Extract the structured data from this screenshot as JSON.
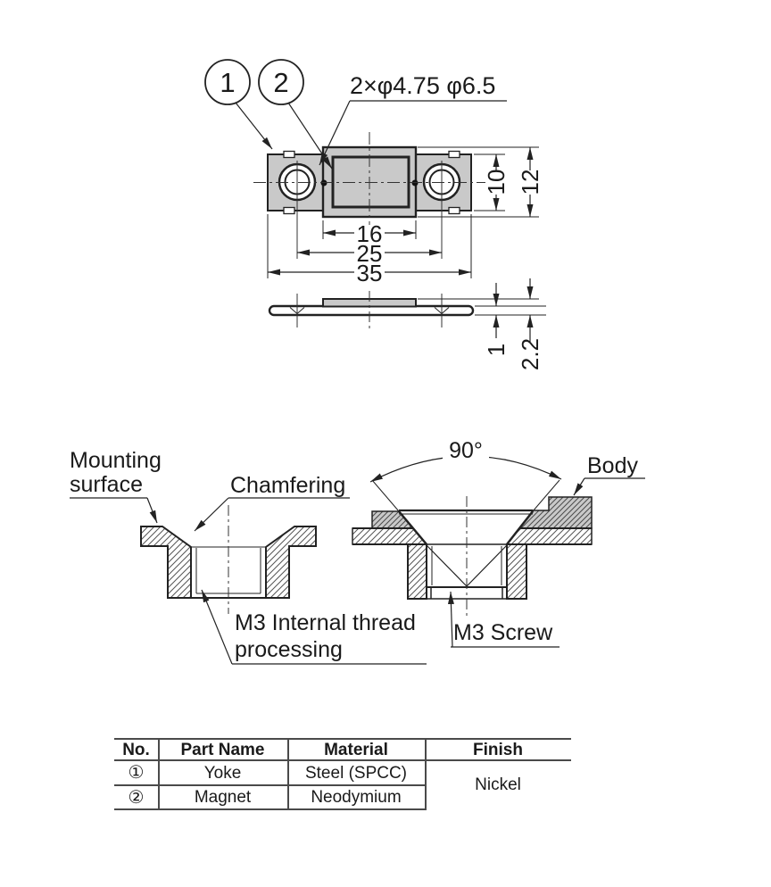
{
  "colors": {
    "line": "#222222",
    "centerline": "#333333",
    "part_fill": "#c9c9c9",
    "table_line": "#4a4a4a",
    "text": "#1a1a1a"
  },
  "top_view": {
    "callout_1": "1",
    "callout_2": "2",
    "hole_note": "2×φ4.75 φ6.5",
    "dim_magnet_width": "16",
    "dim_hole_spacing": "25",
    "dim_total_width": "35",
    "dim_body_height": "10",
    "dim_magnet_height": "12"
  },
  "side_view": {
    "dim_plate_thickness": "1",
    "dim_total_thickness": "2.2"
  },
  "section_left": {
    "label_mounting_line1": "Mounting",
    "label_mounting_line2": "surface",
    "label_chamfering": "Chamfering",
    "label_thread_line1": "M3 Internal thread",
    "label_thread_line2": "processing"
  },
  "section_right": {
    "dim_countersink_angle": "90°",
    "label_body": "Body",
    "label_screw": "M3 Screw"
  },
  "table": {
    "headers": [
      "No.",
      "Part Name",
      "Material",
      "Finish"
    ],
    "rows": [
      {
        "no": "①",
        "part_name": "Yoke",
        "material": "Steel (SPCC)"
      },
      {
        "no": "②",
        "part_name": "Magnet",
        "material": "Neodymium"
      }
    ],
    "finish": "Nickel"
  }
}
